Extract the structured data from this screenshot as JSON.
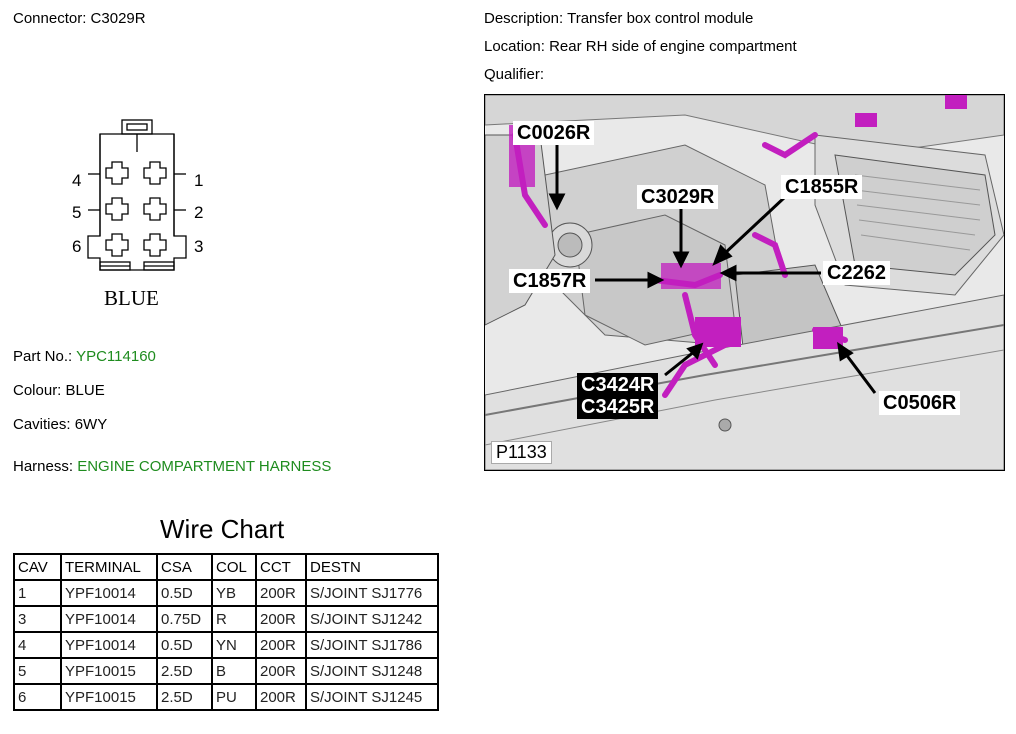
{
  "connector": {
    "label": "Connector:",
    "value": "C3029R"
  },
  "description": {
    "label": "Description:",
    "value": "Transfer box control module"
  },
  "location": {
    "label": "Location:",
    "value": "Rear RH side of engine compartment"
  },
  "qualifier": {
    "label": "Qualifier:",
    "value": ""
  },
  "part_no": {
    "label": "Part No.:",
    "value": "YPC114160"
  },
  "colour": {
    "label": "Colour:",
    "value": "BLUE"
  },
  "cavities": {
    "label": "Cavities:",
    "value": "6WY"
  },
  "harness": {
    "label": "Harness:",
    "value": "ENGINE COMPARTMENT HARNESS"
  },
  "pinout": {
    "colour_text": "BLUE",
    "pins": {
      "p1": "1",
      "p2": "2",
      "p3": "3",
      "p4": "4",
      "p5": "5",
      "p6": "6"
    }
  },
  "wire_chart": {
    "title": "Wire Chart",
    "headers": [
      "CAV",
      "TERMINAL",
      "CSA",
      "COL",
      "CCT",
      "DESTN"
    ],
    "rows": [
      [
        "1",
        "YPF10014",
        "0.5D",
        "YB",
        "200R",
        "S/JOINT SJ1776"
      ],
      [
        "3",
        "YPF10014",
        "0.75D",
        "R",
        "200R",
        "S/JOINT SJ1242"
      ],
      [
        "4",
        "YPF10014",
        "0.5D",
        "YN",
        "200R",
        "S/JOINT SJ1786"
      ],
      [
        "5",
        "YPF10015",
        "2.5D",
        "B",
        "200R",
        "S/JOINT SJ1248"
      ],
      [
        "6",
        "YPF10015",
        "2.5D",
        "PU",
        "200R",
        "S/JOINT SJ1245"
      ]
    ]
  },
  "photo": {
    "id": "P1133",
    "callouts": {
      "c0026r": "C0026R",
      "c3029r": "C3029R",
      "c1855r": "C1855R",
      "c1857r": "C1857R",
      "c2262": "C2262",
      "c3424r": "C3424R",
      "c3425r": "C3425R",
      "c0506r": "C0506R"
    }
  },
  "colors": {
    "harness_magenta": "#c21fbf",
    "link_green": "#1e8c1e"
  }
}
